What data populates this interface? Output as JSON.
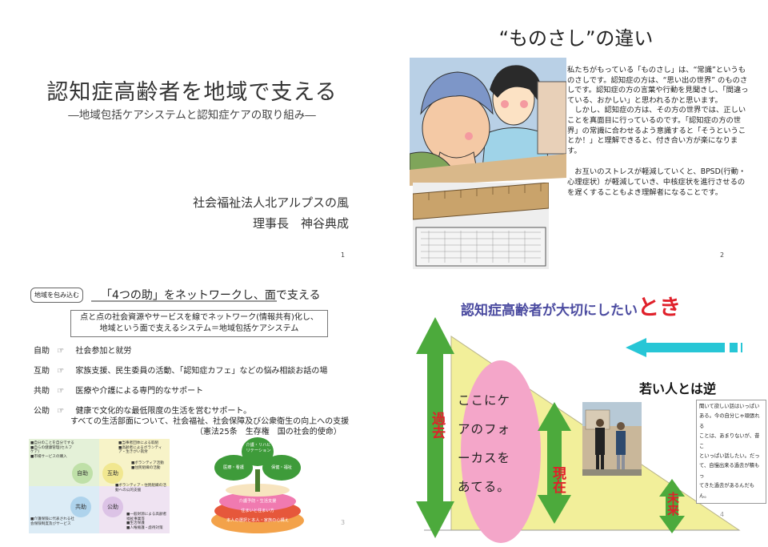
{
  "slide1": {
    "title": "認知症高齢者を地域で支える",
    "subtitle": "―地域包括ケアシステムと認知症ケアの取り組み―",
    "organization": "社会福祉法人北アルプスの風",
    "person": "理事長　神谷典成",
    "page": "1"
  },
  "slide2": {
    "title": "“ものさし”の違い",
    "paragraph1": "私たちがもっている「ものさし」は、“常識”というものさしです。認知症の方は、“思い出の世界” のものさしです。認知症の方の言葉や行動を見聞きし、「間違っている、おかしい」と思われるかと思います。",
    "paragraph2": "しかし、認知症の方は、その方の世界では、正しいことを真面目に行っているのです。「認知症の方の世界」の常識に合わせるよう意識すると「そうということか！」と理解できると、付き合い方が楽になります。",
    "paragraph3": "お互いのストレスが軽減していくと、BPSD(行動・心理症状）が軽減していき、中核症状を進行させるのを遅くすることもよき理解者になることです。",
    "page": "2"
  },
  "slide3": {
    "tag": "地域を包み込む",
    "heading": "「4つの助」をネットワークし、面で支える",
    "box_line1": "点と点の社会資源やサービスを線でネットワーク(情報共有)化し、",
    "box_line2": "地域という面で支えるシステム＝地域包括ケアシステム",
    "hand": "☞",
    "rows": [
      {
        "key": "自助",
        "text": "社会参加と就労"
      },
      {
        "key": "互助",
        "text": "家族支援、民生委員の活動、「認知症カフェ」などの悩み相談お話の場"
      },
      {
        "key": "共助",
        "text": "医療や介護による専門的なサポート"
      },
      {
        "key": "公助",
        "text": "健康で文化的な最低限度の生活を営むサポート。"
      }
    ],
    "row4_line2": "すべての生活部面について、社会福祉、社会保障及び公衆衛生の向上への支援",
    "row4_line3": "（憲法25条　生存権　国の社会的使命）",
    "diagram_labels": [
      "自助",
      "互助",
      "共助",
      "公助"
    ],
    "diagram_notes": {
      "tl": [
        "■自分のことを自分でする",
        "■自らの健康管理(セルフケア)",
        "■市場サービスの購入"
      ],
      "tr": [
        "■当事者団体による取組",
        "■高齢者によるボランティア・生きがい就労"
      ],
      "tr2": [
        "■ボランティア活動",
        "■住民組織の活動"
      ],
      "mr": [
        "■ボランティア・住民組織の活動への公的支援"
      ],
      "bl": [
        "■介護保険に代表される社会保険制度及びサービス"
      ],
      "br": [
        "■一般財源による高齢者福祉事業等",
        "■生活保護",
        "■人権擁護・虐待対策"
      ]
    },
    "leaf_labels": [
      "介護・リハビリテーション",
      "医療・看護",
      "保健・福祉",
      "介護予防・生活支援",
      "住まいと住まい方",
      "本人の選択と本人・家族の心構え"
    ],
    "page": "3"
  },
  "slide4": {
    "title": "認知症高齢者が大切にしたい",
    "title_emph": "とき",
    "past": "過去",
    "present": "現在",
    "future": "未来",
    "focus_lines": [
      "ここにケ",
      "アのフォ",
      "ーカスを",
      "あてる。"
    ],
    "wakai": "若い人とは逆",
    "speech_lines": [
      "聞いて欲しい話はいっぱい",
      "ある。今の自分じゃ頑張れる",
      "ことは、あまりないが、昔こ",
      "といっぱい話したい。だっ",
      "て、自慢出来る過去が積もっ",
      "てきた過去があるんだもん。"
    ],
    "page": "4"
  },
  "colors": {
    "green_arrow": "#4caa3c",
    "pink_oval": "#f4a6c9",
    "yellow": "#f2ef9a",
    "cyan_arrow": "#27c6d6",
    "title_blue": "#4b4ba0",
    "title_red": "#e0202a"
  }
}
